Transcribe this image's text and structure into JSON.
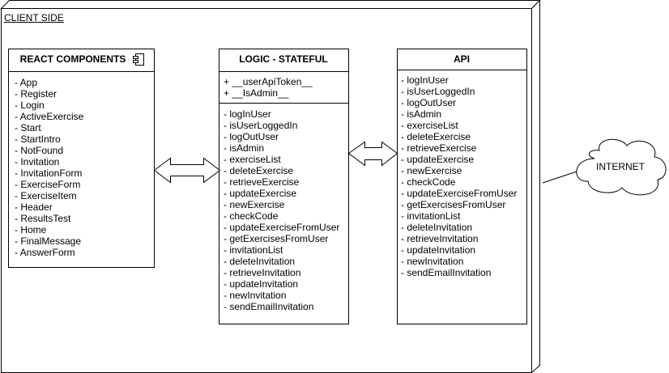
{
  "client_side_label": "CLIENT SIDE",
  "internet_label": "INTERNET",
  "react_components": {
    "title": "REACT COMPONENTS",
    "items": [
      "- App",
      "- Register",
      "- Login",
      "- ActiveExercise",
      "- Start",
      "- StartIntro",
      "- NotFound",
      "- Invitation",
      "- InvitationForm",
      "- ExerciseForm",
      "- ExerciseItem",
      "- Header",
      "- ResultsTest",
      "- Home",
      "- FinalMessage",
      "- AnswerForm"
    ]
  },
  "logic": {
    "title": "LOGIC - STATEFUL",
    "attributes": [
      "+ __userApiToken__",
      "+ __IsAdmin__"
    ],
    "items": [
      "- logInUser",
      "- isUserLoggedIn",
      "- logOutUser",
      "- isAdmin",
      "- exerciseList",
      "- deleteExercise",
      "- retrieveExercise",
      "- updateExercise",
      "- newExercise",
      "- checkCode",
      "- updateExerciseFromUser",
      "- getExercisesFromUser",
      "- invitationList",
      "- deleteInvitation",
      "- retrieveInvitation",
      "- updateInvitation",
      "- newInvitation",
      "- sendEmailInvitation"
    ]
  },
  "api": {
    "title": "API",
    "items": [
      "- logInUser",
      "- isUserLoggedIn",
      "- logOutUser",
      "- isAdmin",
      "- exerciseList",
      "- deleteExercise",
      "- retrieveExercise",
      "- updateExercise",
      "- newExercise",
      "- checkCode",
      "- updateExerciseFromUser",
      "- getExercisesFromUser",
      "- invitationList",
      "- deleteInvitation",
      "- retrieveInvitation",
      "- updateInvitation",
      "- newInvitation",
      "- sendEmailInvitation"
    ]
  },
  "colors": {
    "stroke": "#000000",
    "fill": "#ffffff"
  }
}
